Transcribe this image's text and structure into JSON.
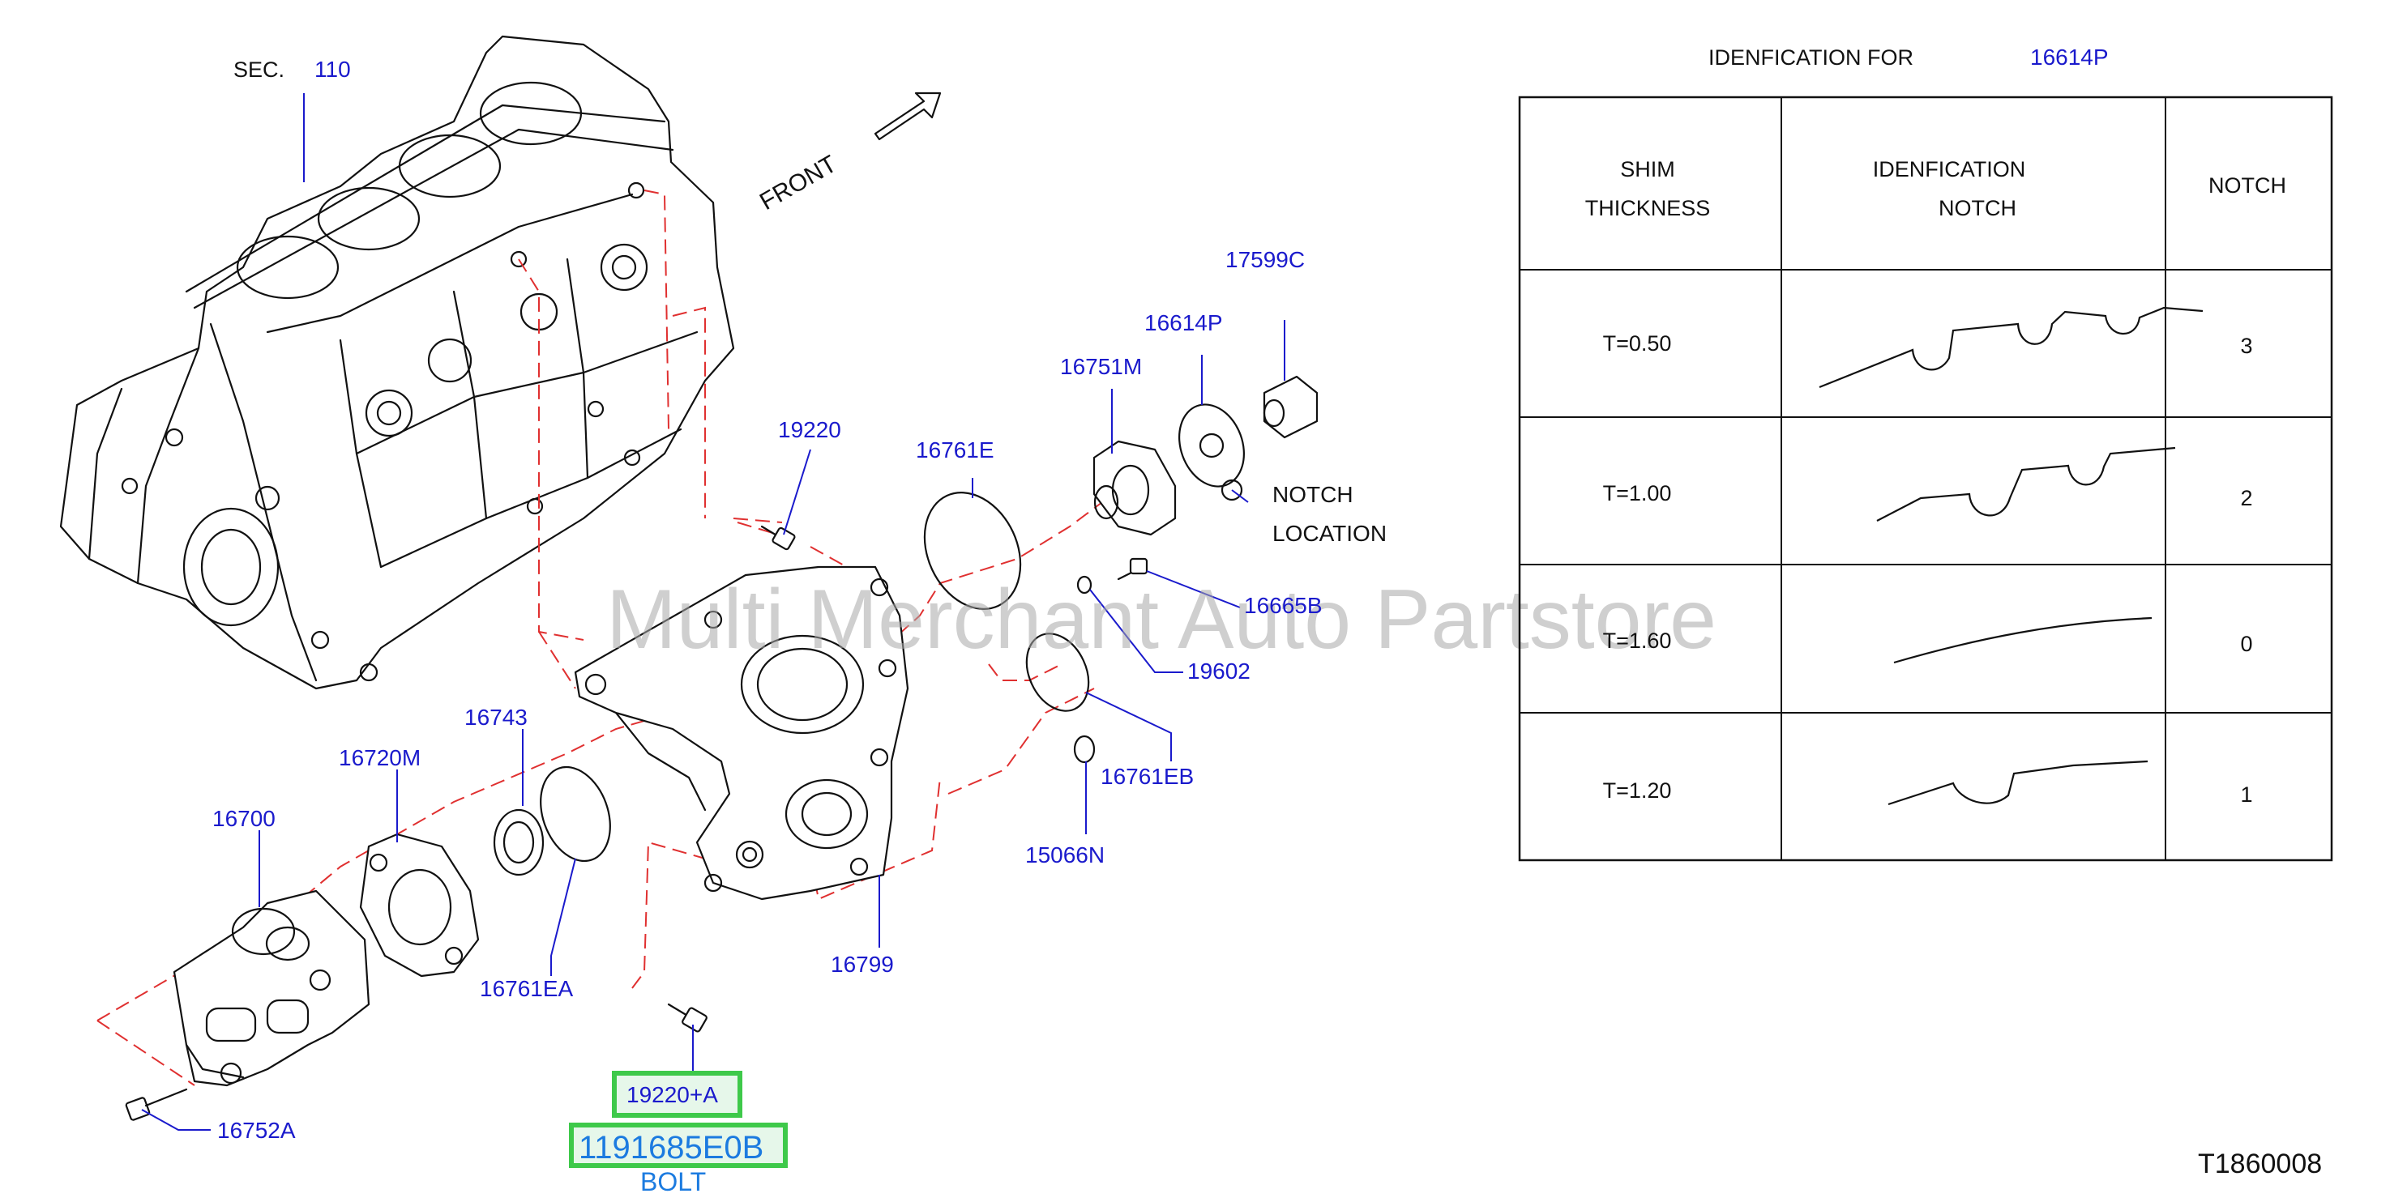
{
  "header": {
    "sec_label": "SEC.",
    "sec_number": "110",
    "front_label": "FRONT"
  },
  "parts": [
    {
      "id": "19220",
      "label": "19220"
    },
    {
      "id": "16761E",
      "label": "16761E"
    },
    {
      "id": "16751M",
      "label": "16751M"
    },
    {
      "id": "16614P",
      "label": "16614P"
    },
    {
      "id": "17599C",
      "label": "17599C"
    },
    {
      "id": "16665B",
      "label": "16665B"
    },
    {
      "id": "19602",
      "label": "19602"
    },
    {
      "id": "16761EB",
      "label": "16761EB"
    },
    {
      "id": "15066N",
      "label": "15066N"
    },
    {
      "id": "16799",
      "label": "16799"
    },
    {
      "id": "16743",
      "label": "16743"
    },
    {
      "id": "16720M",
      "label": "16720M"
    },
    {
      "id": "16700",
      "label": "16700"
    },
    {
      "id": "16761EA",
      "label": "16761EA"
    },
    {
      "id": "16752A",
      "label": "16752A"
    }
  ],
  "notch_location": {
    "line1": "NOTCH",
    "line2": "LOCATION"
  },
  "highlight": {
    "ref": "19220+A",
    "part_number": "1191685E0B",
    "name": "BOLT"
  },
  "watermark": "Multi Merchant Auto Partstore",
  "diagram_code": "T1860008",
  "table": {
    "title_prefix": "IDENFICATION   FOR",
    "title_part": "16614P",
    "headers": {
      "col1_line1": "SHIM",
      "col1_line2": "THICKNESS",
      "col2_line1": "IDENFICATION",
      "col2_line2": "NOTCH",
      "col3": "NOTCH"
    },
    "rows": [
      {
        "thickness": "T=0.50",
        "notch": "3"
      },
      {
        "thickness": "T=1.00",
        "notch": "2"
      },
      {
        "thickness": "T=1.60",
        "notch": "0"
      },
      {
        "thickness": "T=1.20",
        "notch": "1"
      }
    ]
  },
  "colors": {
    "label_blue": "#1a1acc",
    "dashed_red": "#e03030",
    "highlight_green": "#3ec94a",
    "bolt_blue": "#1c7be0"
  }
}
